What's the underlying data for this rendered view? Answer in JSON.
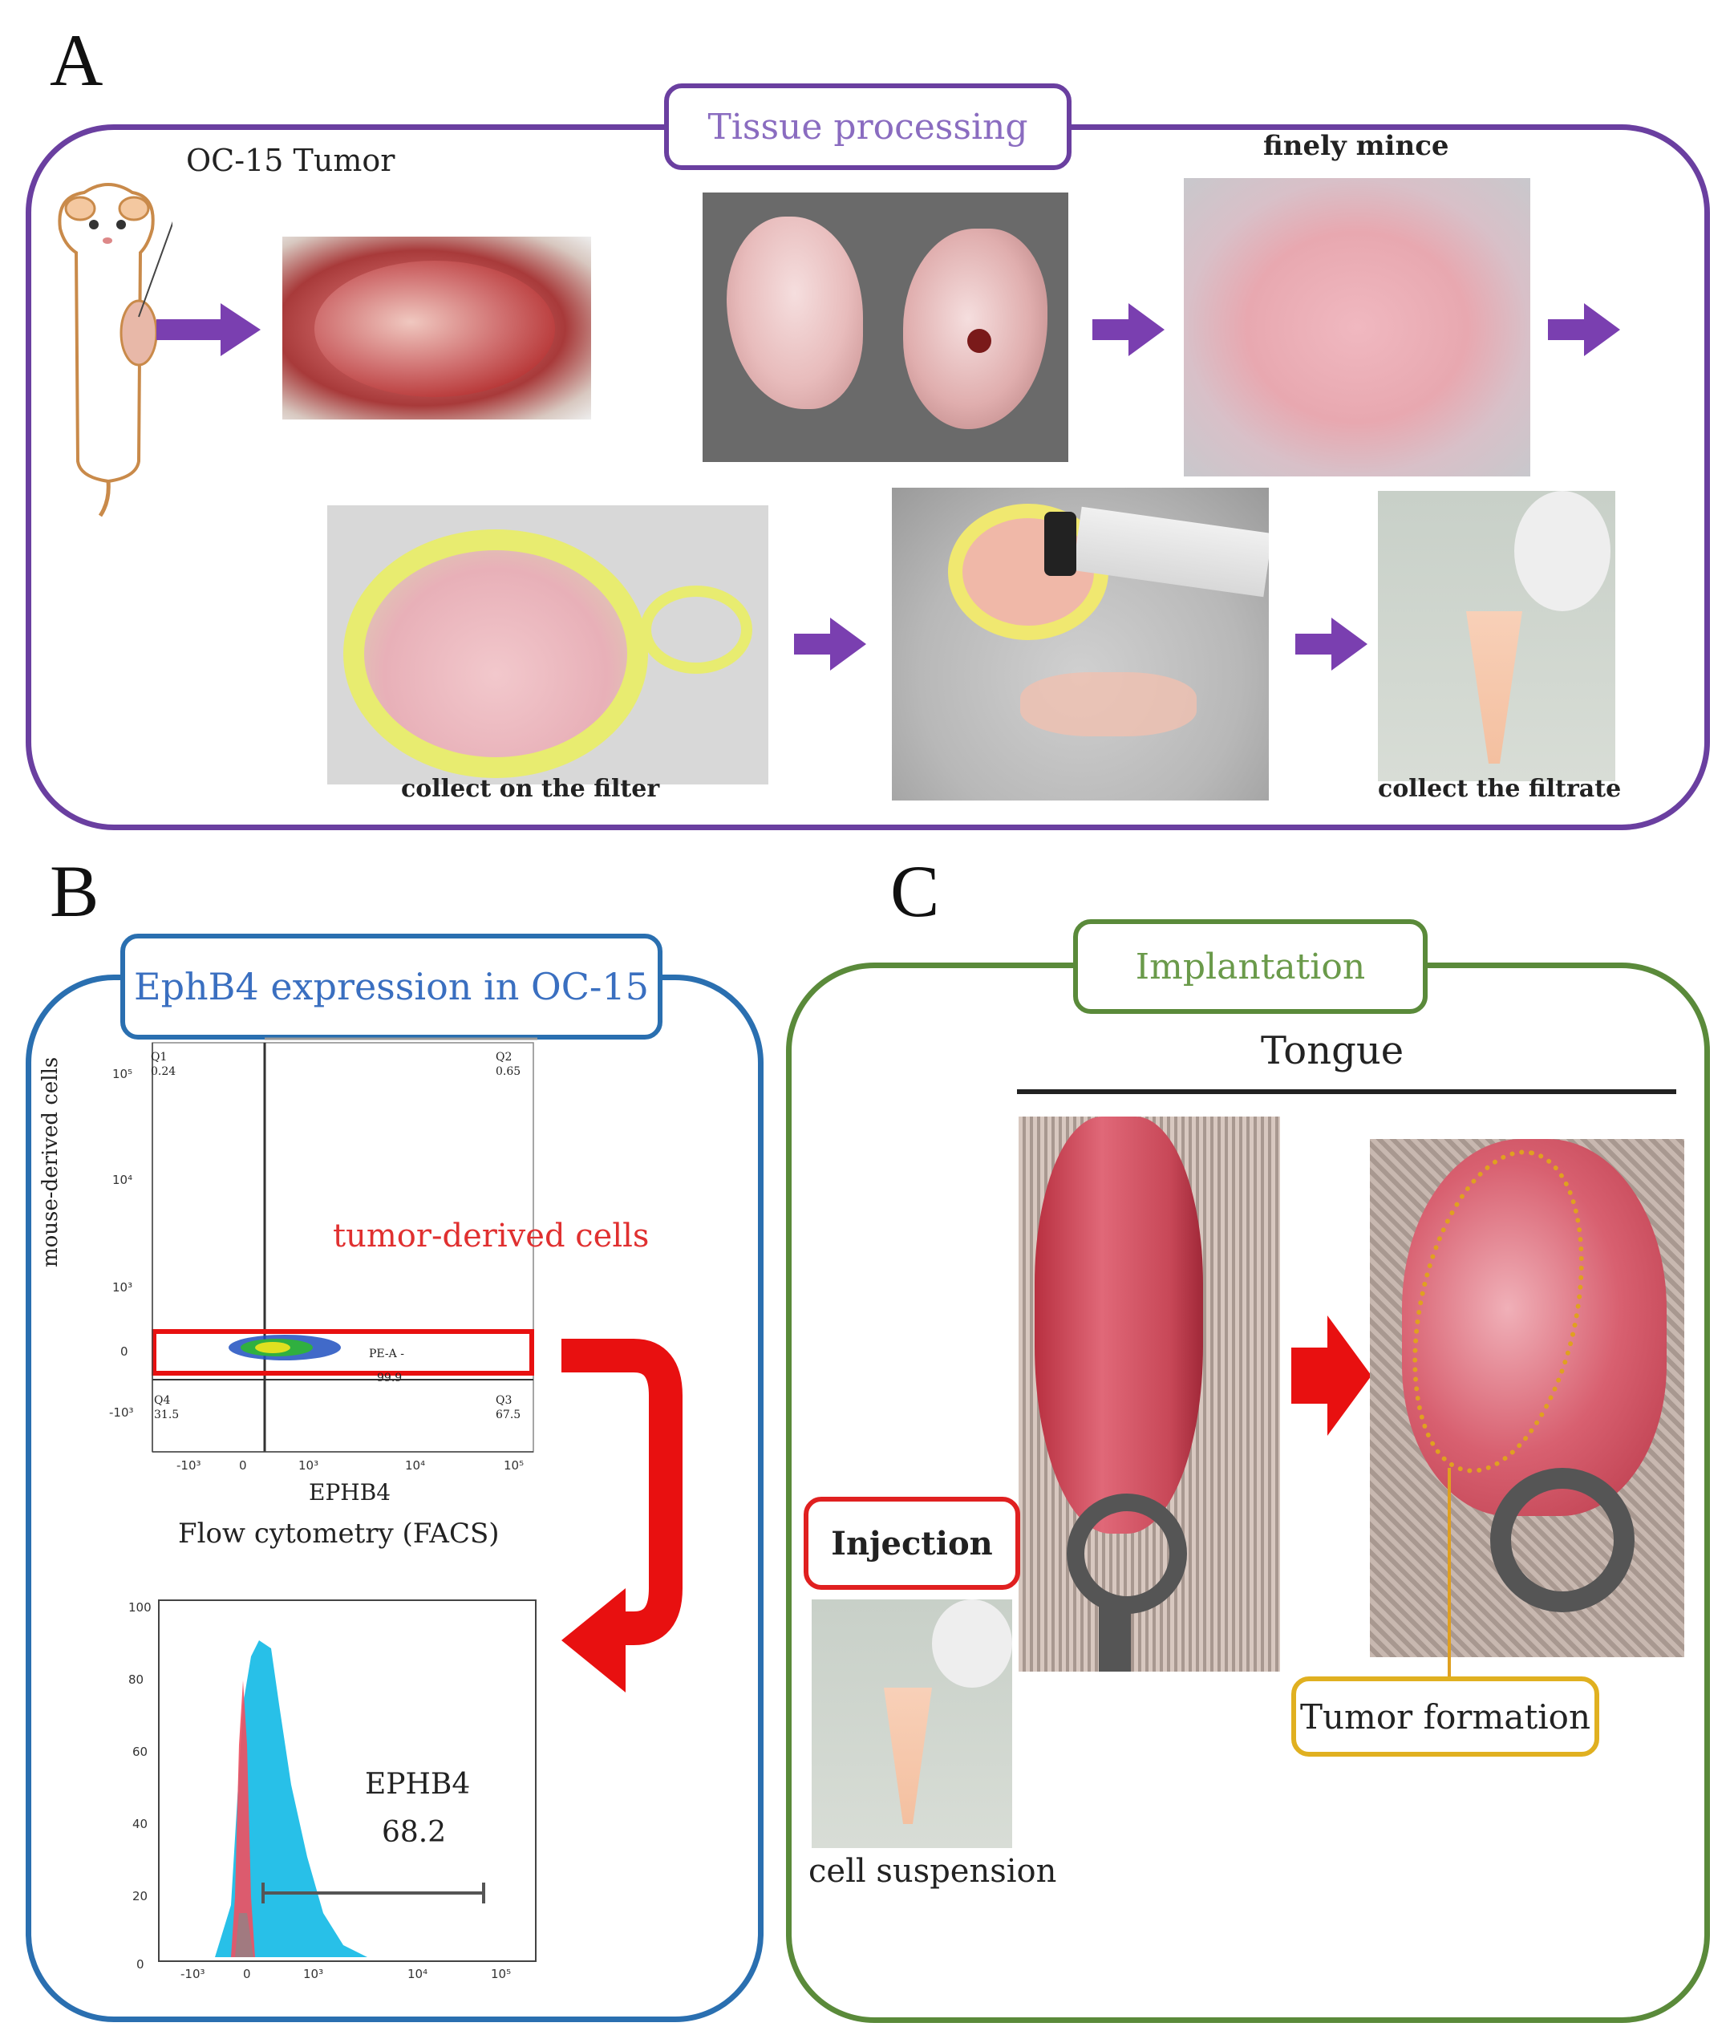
{
  "panels": {
    "A": {
      "letter": "A",
      "title": "Tissue processing",
      "tumor_label": "OC-15 Tumor",
      "mince_label": "finely mince",
      "filter_label": "collect on the filter",
      "filtrate_label": "collect the filtrate",
      "color": "#6a3fa0"
    },
    "B": {
      "letter": "B",
      "title": "EphB4 expression in OC-15",
      "color": "#2a6fb0",
      "facs_caption": "Flow cytometry (FACS)",
      "x_axis_label": "EPHB4",
      "y_axis_label": "mouse-derived cells",
      "tumor_cells_label": "tumor-derived cells",
      "quadrants": {
        "q1_name": "Q1",
        "q1_value": "0.24",
        "q2_name": "Q2",
        "q2_value": "0.65",
        "q3_name": "Q3",
        "q3_value": "67.5",
        "q4_name": "Q4",
        "q4_value": "31.5"
      },
      "gate_label": "PE-A -",
      "gate_value": "99.9",
      "histogram_marker_label": "EPHB4",
      "histogram_marker_value": "68.2",
      "log_ticks": [
        "-10³",
        "0",
        "10³",
        "10⁴",
        "10⁵"
      ],
      "y_ticks_scatter": [
        "10⁵",
        "10⁴",
        "10³",
        "0",
        "-10³"
      ],
      "hist_y_ticks": [
        "100",
        "80",
        "60",
        "40",
        "20",
        "0"
      ]
    },
    "C": {
      "letter": "C",
      "title": "Implantation",
      "color": "#5a8a3a",
      "tongue_label": "Tongue",
      "injection_label": "Injection",
      "suspension_label": "cell suspension",
      "tumor_formation_label": "Tumor formation",
      "tumor_color": "#e0a020"
    }
  },
  "colors": {
    "arrow_purple": "#7a3fb0",
    "arrow_red": "#e81010",
    "injection_red": "#e02020",
    "tumor_label_red": "#e03030"
  }
}
